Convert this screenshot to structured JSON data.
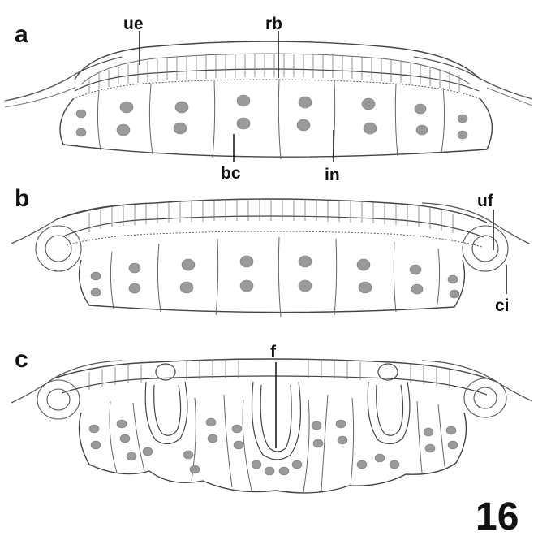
{
  "figure": {
    "number": "16",
    "panels": [
      {
        "id": "a",
        "label": "a",
        "folds": 0
      },
      {
        "id": "b",
        "label": "b",
        "folds": 0
      },
      {
        "id": "c",
        "label": "c",
        "folds": 3
      }
    ],
    "annotations": {
      "ue": "ue",
      "rb": "rb",
      "bc": "bc",
      "in": "in",
      "uf": "uf",
      "ci": "ci",
      "f": "f"
    }
  }
}
